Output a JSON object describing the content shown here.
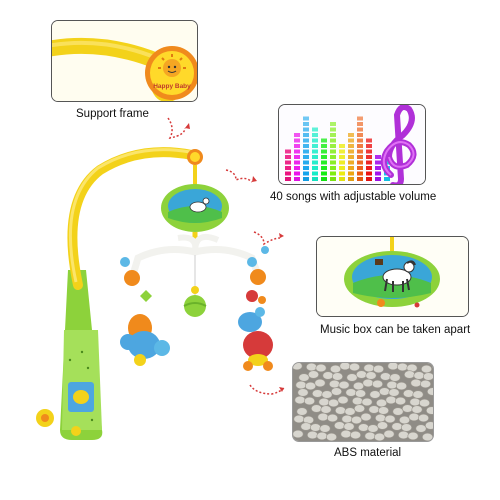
{
  "callouts": [
    {
      "label": "Support frame"
    },
    {
      "label": "40 songs with adjustable volume"
    },
    {
      "label": "Music box can be taken apart"
    },
    {
      "label": "ABS material"
    }
  ],
  "logo": {
    "text": "Happy Baby"
  },
  "colors": {
    "frame_yellow": "#f3d21a",
    "frame_orange": "#f08a1c",
    "accent_green": "#8dd23b",
    "panel_border": "#555555",
    "arrow_red": "#d63a3a",
    "pellet_gray": "#d8d6cf"
  },
  "icons": [
    "sun-logo-icon",
    "treble-clef-icon",
    "equalizer-icon",
    "arrow-icon"
  ]
}
